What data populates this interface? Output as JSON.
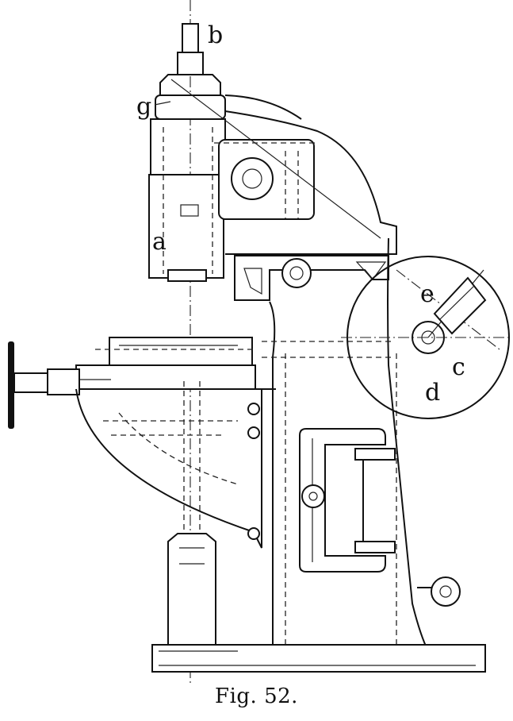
{
  "caption": "Fig. 52.",
  "labels": {
    "b": "b",
    "g": "g",
    "a": "a",
    "e": "e",
    "c": "c",
    "d": "d"
  }
}
